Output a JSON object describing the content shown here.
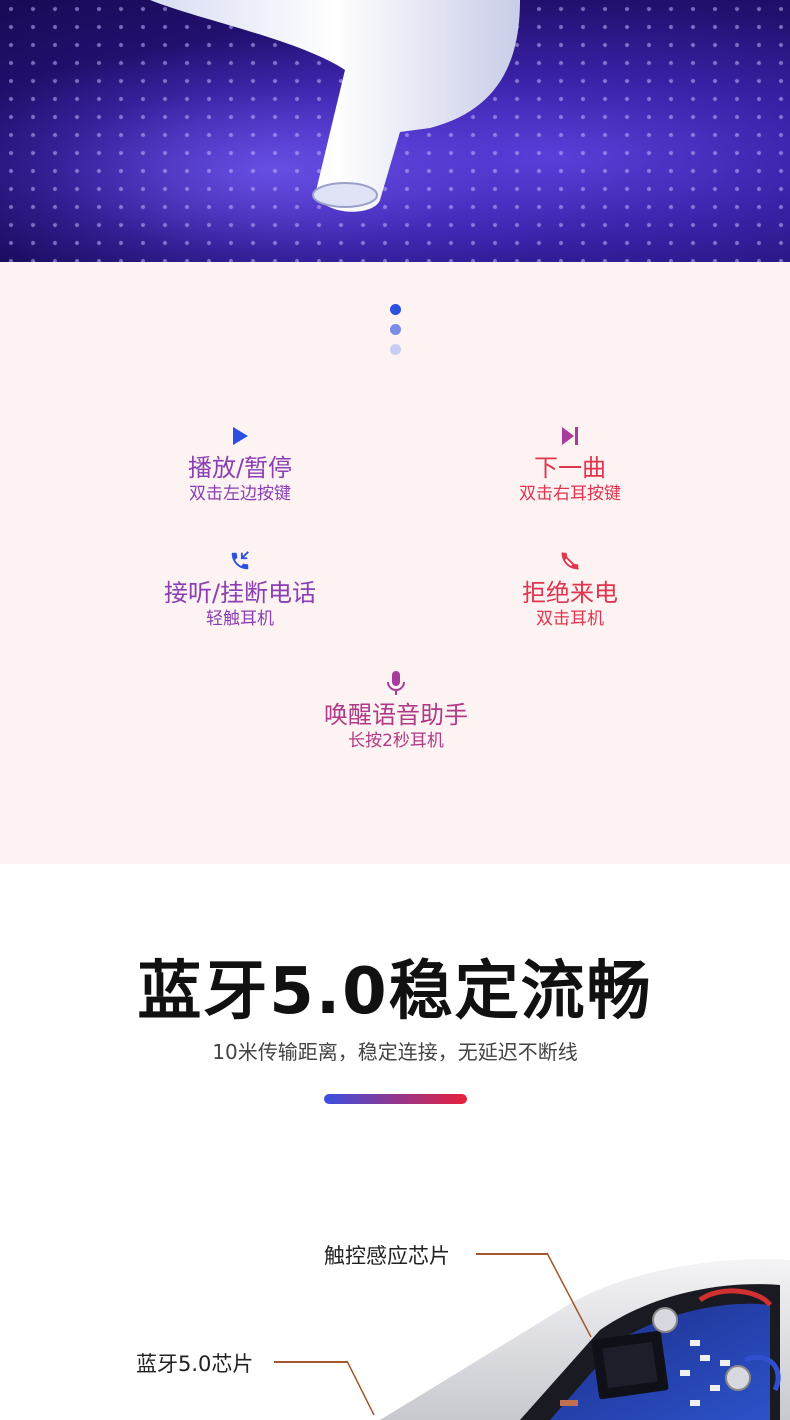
{
  "carousel": {
    "active_index": 0,
    "dots": 3
  },
  "functions": [
    {
      "title": "播放/暂停",
      "desc": "双击左边按键",
      "icon": "play-icon"
    },
    {
      "title": "下一曲",
      "desc": "双击右耳按键",
      "icon": "next-track-icon"
    },
    {
      "title": "接听/挂断电话",
      "desc": "轻触耳机",
      "icon": "phone-answer-icon"
    },
    {
      "title": "拒绝来电",
      "desc": "双击耳机",
      "icon": "phone-reject-icon"
    },
    {
      "title": "唤醒语音助手",
      "desc": "长按2秒耳机",
      "icon": "microphone-icon"
    }
  ],
  "feature": {
    "title": "蓝牙5.0稳定流畅",
    "subtitle": "10米传输距离，稳定连接，无延迟不断线"
  },
  "chip_labels": {
    "touch": "触控感应芯片",
    "bluetooth": "蓝牙5.0芯片"
  },
  "colors": {
    "purple": "#8a3fb4",
    "red": "#e0354e",
    "blue": "#2b4fe0",
    "pink_bg": "#fdf3f2"
  }
}
